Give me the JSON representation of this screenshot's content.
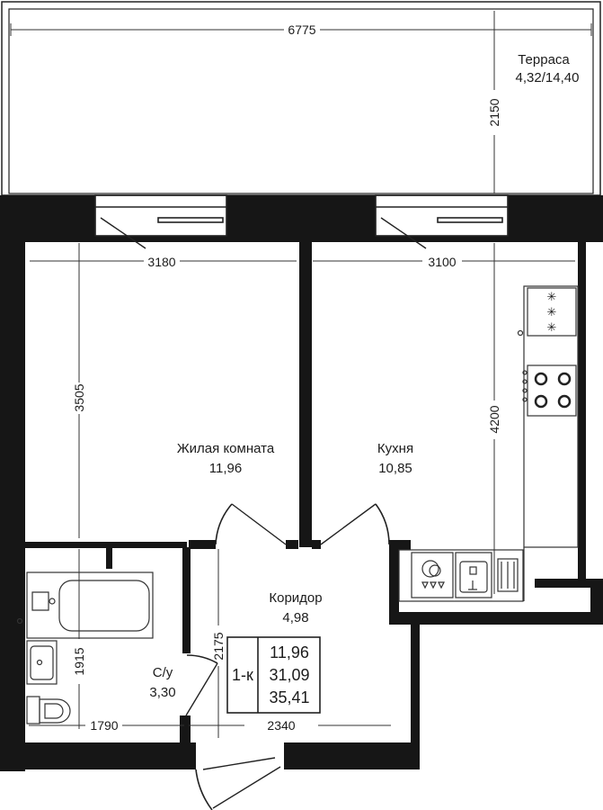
{
  "dimensions": {
    "terrace_width": "6775",
    "terrace_depth": "2150",
    "living_width": "3180",
    "kitchen_width": "3100",
    "living_depth": "3505",
    "kitchen_depth": "4200",
    "corridor_height": "2175",
    "bath_height": "1915",
    "bath_width": "1790",
    "corridor_width": "2340"
  },
  "rooms": {
    "terrace": {
      "name": "Терраса",
      "area": "4,32/14,40"
    },
    "living": {
      "name": "Жилая комната",
      "area": "11,96"
    },
    "kitchen": {
      "name": "Кухня",
      "area": "10,85"
    },
    "corridor": {
      "name": "Коридор",
      "area": "4,98"
    },
    "bathroom": {
      "name": "С/у",
      "area": "3,30"
    }
  },
  "summary": {
    "type": "1-к",
    "living_area": "11,96",
    "total_area": "31,09",
    "total_with_terrace": "35,41"
  },
  "colors": {
    "wall": "#161616",
    "line": "#333333",
    "background": "#ffffff"
  }
}
